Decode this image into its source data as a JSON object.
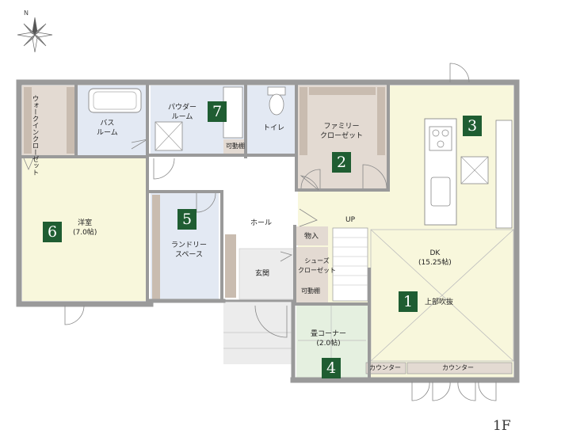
{
  "floor_label": "1F",
  "compass_label": "N",
  "rooms": {
    "walk_in_closet": "ウォークインクローゼット",
    "bath": [
      "バス",
      "ルーム"
    ],
    "powder": [
      "パウダー",
      "ルーム"
    ],
    "toilet": "トイレ",
    "family_closet": [
      "ファミリー",
      "クローゼット"
    ],
    "hall": "ホール",
    "western_room": [
      "洋室",
      "(7.0帖)"
    ],
    "laundry": [
      "ランドリー",
      "スペース"
    ],
    "storage": "物入",
    "shoes_closet": [
      "シューズ",
      "クローゼット"
    ],
    "movable_shelf_entry": "可動棚",
    "movable_shelf_powder": "可動棚",
    "entrance": "玄関",
    "up": "UP",
    "dk": [
      "DK",
      "(15.25帖)"
    ],
    "void": "上部吹抜",
    "tatami": [
      "畳コーナー",
      "(2.0帖)"
    ],
    "counter_left": "カウンター",
    "counter_right": "カウンター"
  },
  "badges": {
    "b1": "1",
    "b2": "2",
    "b3": "3",
    "b4": "4",
    "b5": "5",
    "b6": "6",
    "b7": "7"
  },
  "colors": {
    "wall": "#9a9a9a",
    "dk_floor": "#f8f7dc",
    "western_floor": "#f8f7dc",
    "tatami_floor": "#e5f0e0",
    "blue_floor": "#e3e9f3",
    "closet_floor": "#e3dad2",
    "closet_shelf": "#c9bcb0",
    "badge": "#1f5d32"
  }
}
